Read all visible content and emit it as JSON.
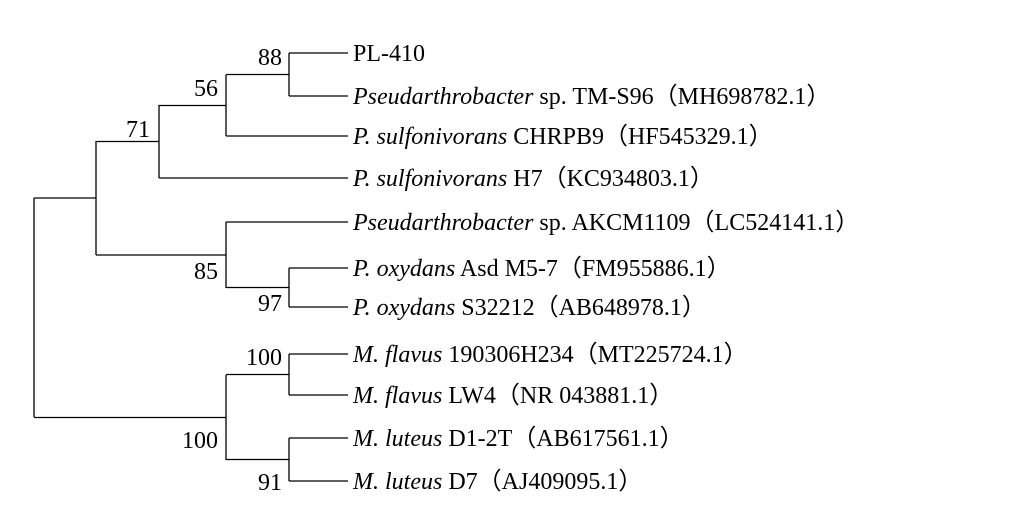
{
  "tree": {
    "support_values": [
      "88",
      "56",
      "71",
      "85",
      "97",
      "100",
      "100",
      "91"
    ],
    "taxa": [
      {
        "italic": "",
        "rest": "PL-410"
      },
      {
        "italic": "Pseudarthrobacter",
        "rest": " sp. TM-S96（MH698782.1）"
      },
      {
        "italic": "P. sulfonivorans",
        "rest": " CHRPB9（HF545329.1）"
      },
      {
        "italic": "P. sulfonivorans",
        "rest": " H7（KC934803.1）"
      },
      {
        "italic": "Pseudarthrobacter",
        "rest": " sp. AKCM1109（LC524141.1）"
      },
      {
        "italic": "P. oxydans",
        "rest": " Asd M5-7（FM955886.1）"
      },
      {
        "italic": "P. oxydans",
        "rest": " S32212（AB648978.1）"
      },
      {
        "italic": "M. flavus",
        "rest": " 190306H234（MT225724.1）"
      },
      {
        "italic": "M. flavus",
        "rest": " LW4（NR 043881.1）"
      },
      {
        "italic": "M. luteus",
        "rest": " D1-2T（AB617561.1）"
      },
      {
        "italic": "M. luteus",
        "rest": " D7（AJ409095.1）"
      }
    ]
  }
}
